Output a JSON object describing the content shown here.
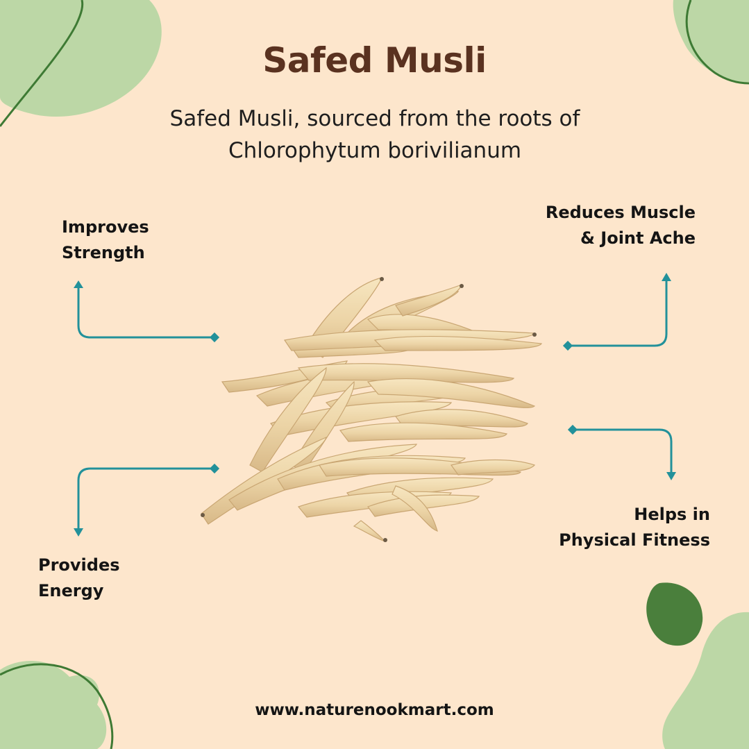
{
  "title": "Safed Musli",
  "subtitle": {
    "line1": "Safed Musli, sourced from the roots of",
    "line2": "Chlorophytum borivilianum"
  },
  "benefits": {
    "top_left": [
      "Improves",
      "Strength"
    ],
    "top_right": [
      "Reduces Muscle",
      "& Joint Ache"
    ],
    "bottom_left": [
      "Provides",
      "Energy"
    ],
    "bottom_right": [
      "Helps in",
      "Physical Fitness"
    ]
  },
  "website": "www.naturenookmart.com",
  "colors": {
    "background": "#fde6cc",
    "title": "#5a3220",
    "connector": "#22919a",
    "blob_light_green": "#bcd7a6",
    "blob_dark_green": "#4a7f3c",
    "root": "#ecd4a6"
  },
  "image": {
    "subject": "dried white safed musli roots"
  }
}
